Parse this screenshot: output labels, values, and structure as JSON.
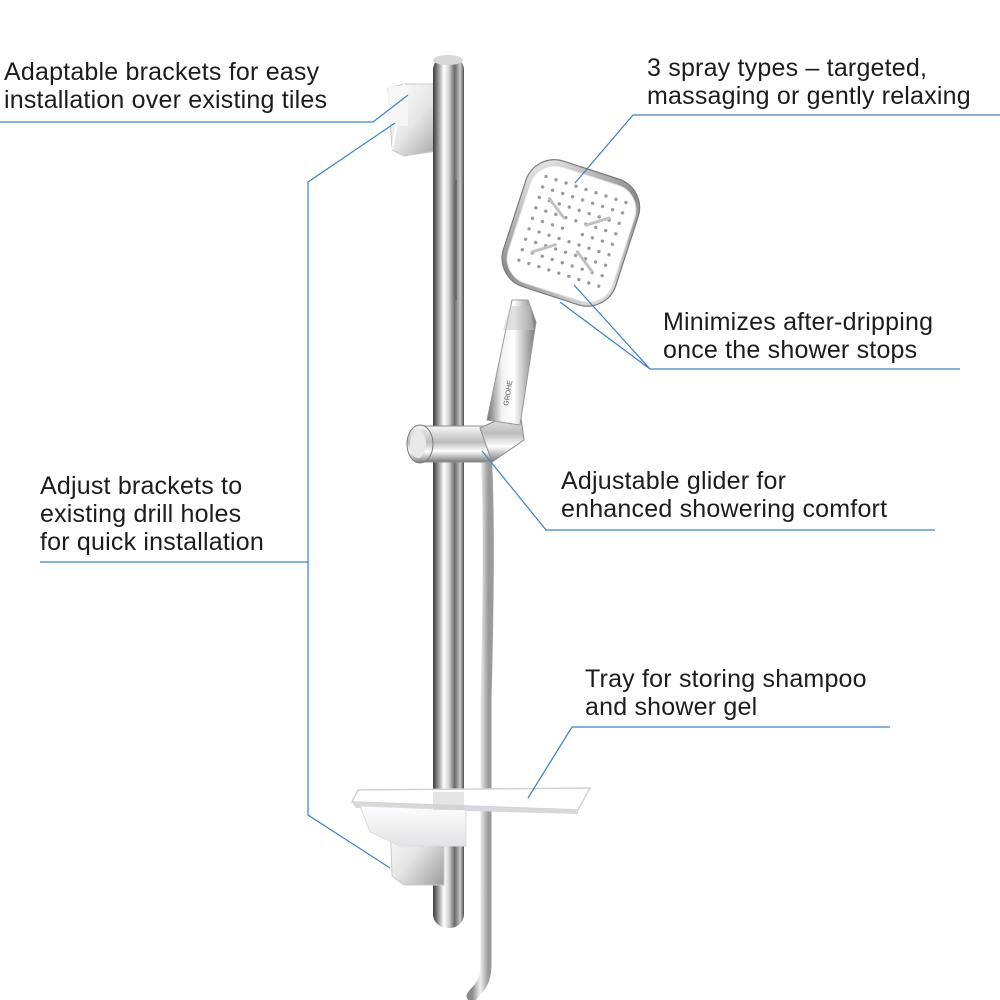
{
  "theme": {
    "leader_color": "#3d7fc4",
    "chrome_dark": "#4a4a4a",
    "chrome_light": "#f4f4f4",
    "text_color": "#1c1c1c"
  },
  "callouts": {
    "brackets_tiles": {
      "line1": "Adaptable brackets for easy",
      "line2": "installation over existing tiles"
    },
    "spray_types": {
      "line1": "3 spray types – targeted,",
      "line2": "massaging or gently relaxing"
    },
    "after_dripping": {
      "line1": "Minimizes after-dripping",
      "line2": "once the shower stops"
    },
    "brackets_drill": {
      "line1": "Adjust brackets to",
      "line2": "existing drill holes",
      "line3": "for quick installation"
    },
    "glider": {
      "line1": "Adjustable glider for",
      "line2": "enhanced showering comfort"
    },
    "tray": {
      "line1": "Tray for storing shampoo",
      "line2": "and shower gel"
    }
  },
  "product": {
    "brand_mark": "GROHE",
    "components": [
      "wall-bracket-top",
      "slide-rail",
      "hand-shower",
      "glider",
      "hose",
      "soap-tray",
      "wall-bracket-bottom"
    ]
  }
}
